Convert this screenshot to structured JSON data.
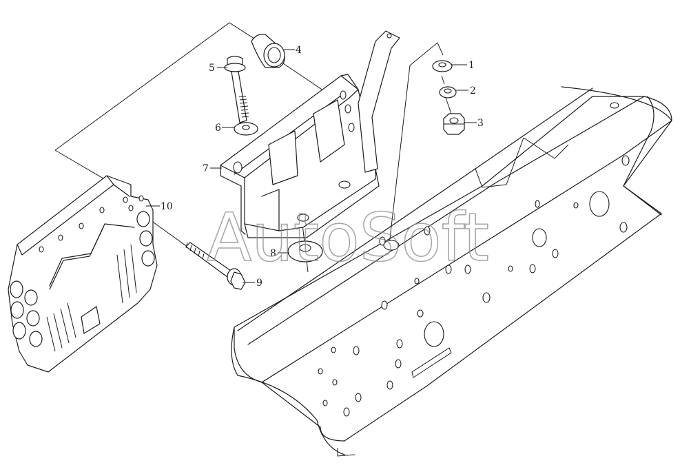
{
  "watermark": "AutoSoft",
  "callouts": [
    {
      "id": "1",
      "label": "1"
    },
    {
      "id": "2",
      "label": "2"
    },
    {
      "id": "3",
      "label": "3"
    },
    {
      "id": "4",
      "label": "4"
    },
    {
      "id": "5",
      "label": "5"
    },
    {
      "id": "6",
      "label": "6"
    },
    {
      "id": "7",
      "label": "7"
    },
    {
      "id": "8",
      "label": "8"
    },
    {
      "id": "9",
      "label": "9"
    },
    {
      "id": "10",
      "label": "10"
    }
  ],
  "colors": {
    "line": "#1a1a1a",
    "watermark": "#8a8a8a",
    "background": "#ffffff"
  }
}
